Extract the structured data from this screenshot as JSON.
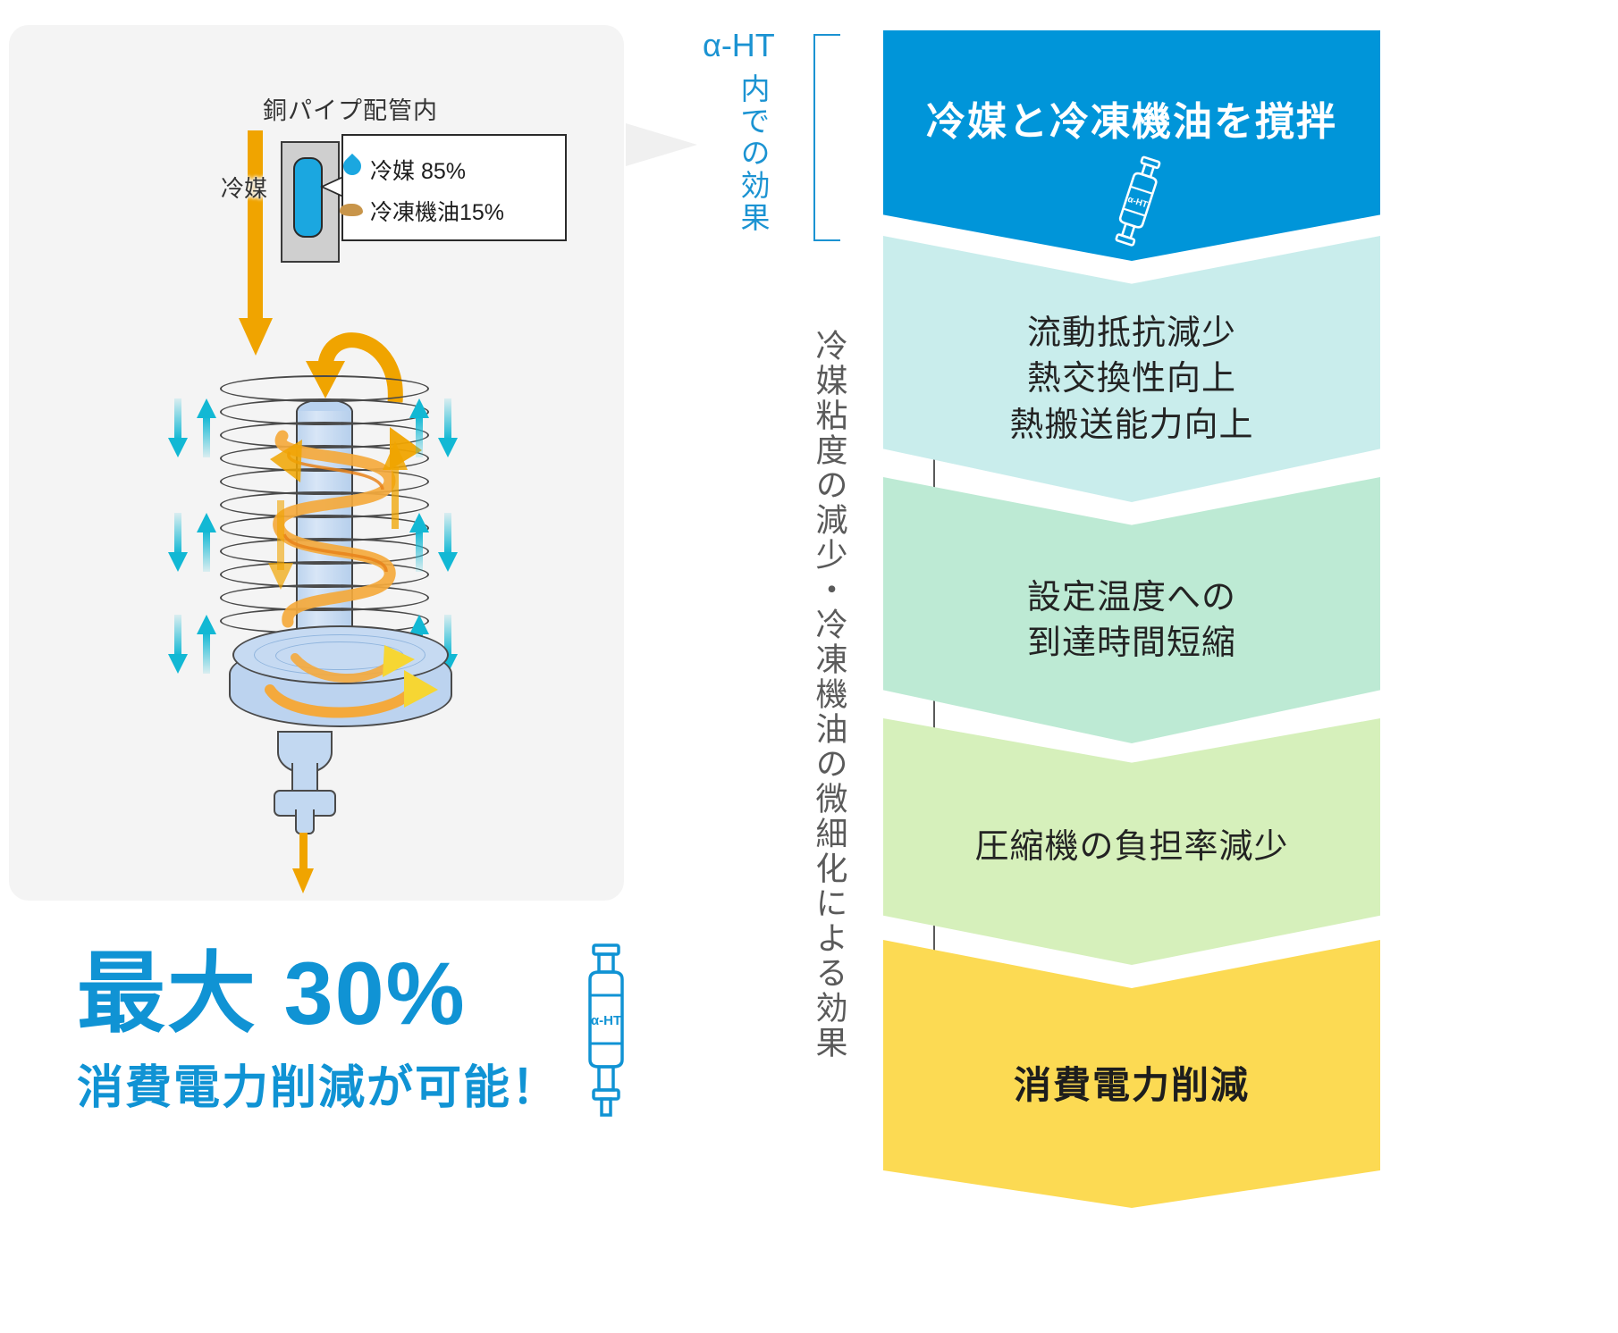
{
  "left_panel": {
    "pipe_caption": "銅パイプ配管内",
    "inlet_label": "冷媒",
    "callout": {
      "rows": [
        {
          "icon": "water-drop-icon",
          "label": "冷媒 85%"
        },
        {
          "icon": "oil-blob-icon",
          "label": "冷凍機油15%"
        }
      ]
    }
  },
  "headline": {
    "main": "最大 30%",
    "sub": "消費電力削減が可能！",
    "device_icon_label": "α-HT",
    "color": "#1093D4"
  },
  "middle": {
    "alpha_label_top": "α-HT",
    "alpha_label_vertical": "内での効果",
    "alpha_color": "#1B93D2",
    "effect_label": "冷媒粘度の減少・冷凍機油の微細化による効果",
    "effect_color": "#5A5A5A"
  },
  "chevrons": [
    {
      "text": "冷媒と冷凍機油を撹拌",
      "color": "#0095D9",
      "text_color": "#FFFFFF",
      "device_icon_label": "α-HT"
    },
    {
      "text": "流動抵抗減少\n熱交換性向上\n熱搬送能力向上",
      "color": "#C9EDEC",
      "text_color": "#232323"
    },
    {
      "text": "設定温度への\n到達時間短縮",
      "color": "#BDEAD4",
      "text_color": "#232323"
    },
    {
      "text": "圧縮機の負担率減少",
      "color": "#D6F0BB",
      "text_color": "#232323"
    },
    {
      "text": "消費電力削減",
      "color": "#FCDA53",
      "text_color": "#1D1D1D"
    }
  ],
  "diagram": {
    "refrigerant_arrow_color": "#F0A400",
    "heat_arrow_color": "#12B8D4",
    "swirl_color": "#F2A93B",
    "coil_label": "heat-exchanger-coil",
    "rings": 11
  }
}
